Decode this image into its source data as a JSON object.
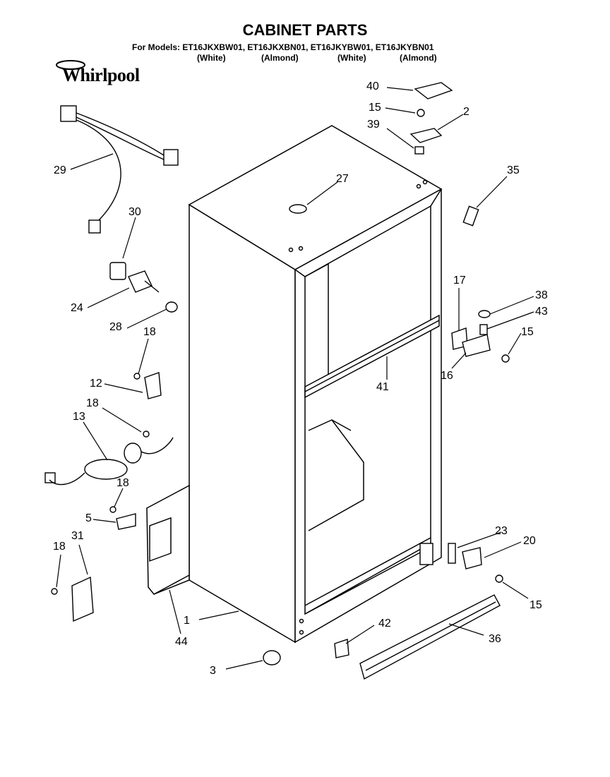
{
  "header": {
    "title": "CABINET PARTS",
    "models_line": "For Models: ET16JKXBW01, ET16JKXBN01, ET16JKYBW01, ET16JKYBN01",
    "variants": [
      "(White)",
      "(Almond)",
      "(White)",
      "(Almond)"
    ]
  },
  "logo": {
    "text": "Whirlpool"
  },
  "callouts": [
    "40",
    "15",
    "2",
    "39",
    "35",
    "27",
    "29",
    "30",
    "24",
    "28",
    "18",
    "12",
    "18",
    "13",
    "18",
    "5",
    "31",
    "18",
    "17",
    "38",
    "43",
    "15",
    "16",
    "41",
    "23",
    "20",
    "15",
    "42",
    "36",
    "1",
    "44",
    "3"
  ]
}
